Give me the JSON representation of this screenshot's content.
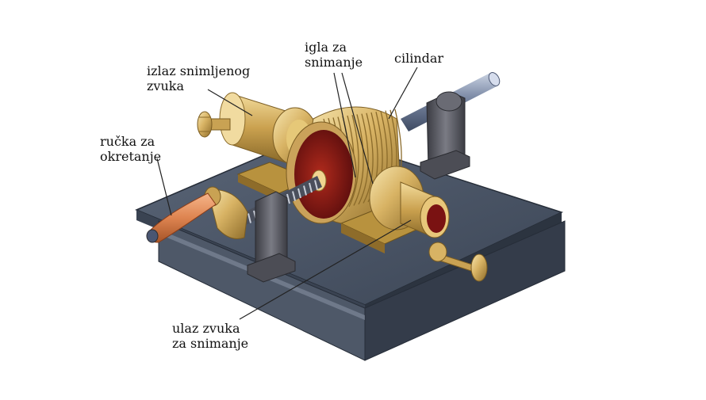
{
  "labels": {
    "cylinder": "cilindar",
    "needle": {
      "line1": "igla za",
      "line2": "snimanje"
    },
    "output": {
      "line1": "izlaz snimljenog",
      "line2": "zvuka"
    },
    "handle": {
      "line1": "ručka za",
      "line2": "okretanje"
    },
    "input": {
      "line1": "ulaz zvuka",
      "line2": "za snimanje"
    }
  },
  "colors": {
    "base_top": "#4a5566",
    "base_side": "#2c3440",
    "brass": "#d8b364",
    "brass_dark": "#9a7a34",
    "brass_light": "#f4e2ac",
    "cylinder_inner": "#7a1212",
    "wood": "#e08a55",
    "rod": "#6e7d98",
    "bracket": "#5f6068",
    "leader_line": "#222222"
  }
}
